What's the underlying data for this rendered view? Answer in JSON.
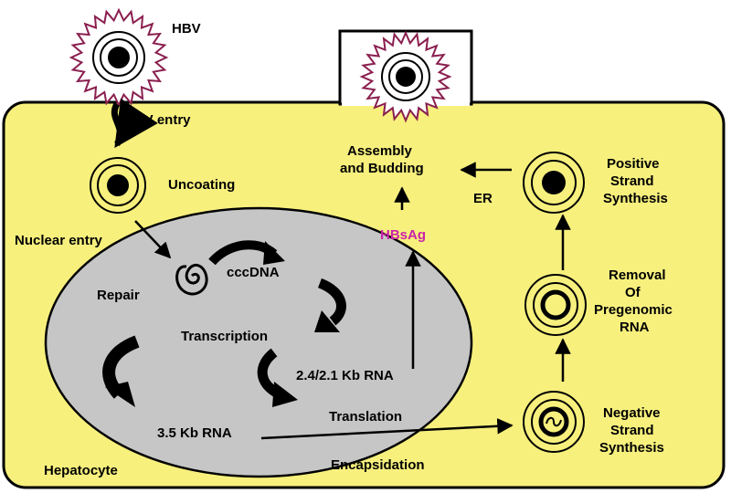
{
  "colors": {
    "cell_fill": "#f7f07d",
    "nucleus_fill": "#c6c6c6",
    "virion_spikes": "#8a1f4f",
    "hbsag_text": "#cc22aa",
    "outline": "#000000",
    "page_background": "#ffffff"
  },
  "icons": {
    "virion": "hbv-particle-icon",
    "uncoated": "uncoated-capsid-icon",
    "rcdna": "relaxed-circular-dna-icon",
    "arrow": "curved-arrow-icon"
  },
  "labels": {
    "hbv": "HBV",
    "hbv_entry": "HBV entry",
    "uncoating": "Uncoating",
    "nuclear_entry": "Nuclear entry",
    "repair": "Repair",
    "cccdna": "cccDNA",
    "transcription": "Transcription",
    "rna_24_21": "2.4/2.1 Kb RNA",
    "rna_35": "3.5 Kb RNA",
    "translation": "Translation",
    "hepatocyte": "Hepatocyte",
    "encapsidation": "Encapsidation",
    "hbsag": "HBsAg",
    "assembly_line1": "Assembly",
    "assembly_line2": "and Budding",
    "er": "ER",
    "positive_line1": "Positive",
    "positive_line2": "Strand",
    "positive_line3": "Synthesis",
    "removal_line1": "Removal",
    "removal_line2": "Of",
    "removal_line3": "Pregenomic",
    "removal_line4": "RNA",
    "negative_line1": "Negative",
    "negative_line2": "Strand",
    "negative_line3": "Synthesis"
  }
}
